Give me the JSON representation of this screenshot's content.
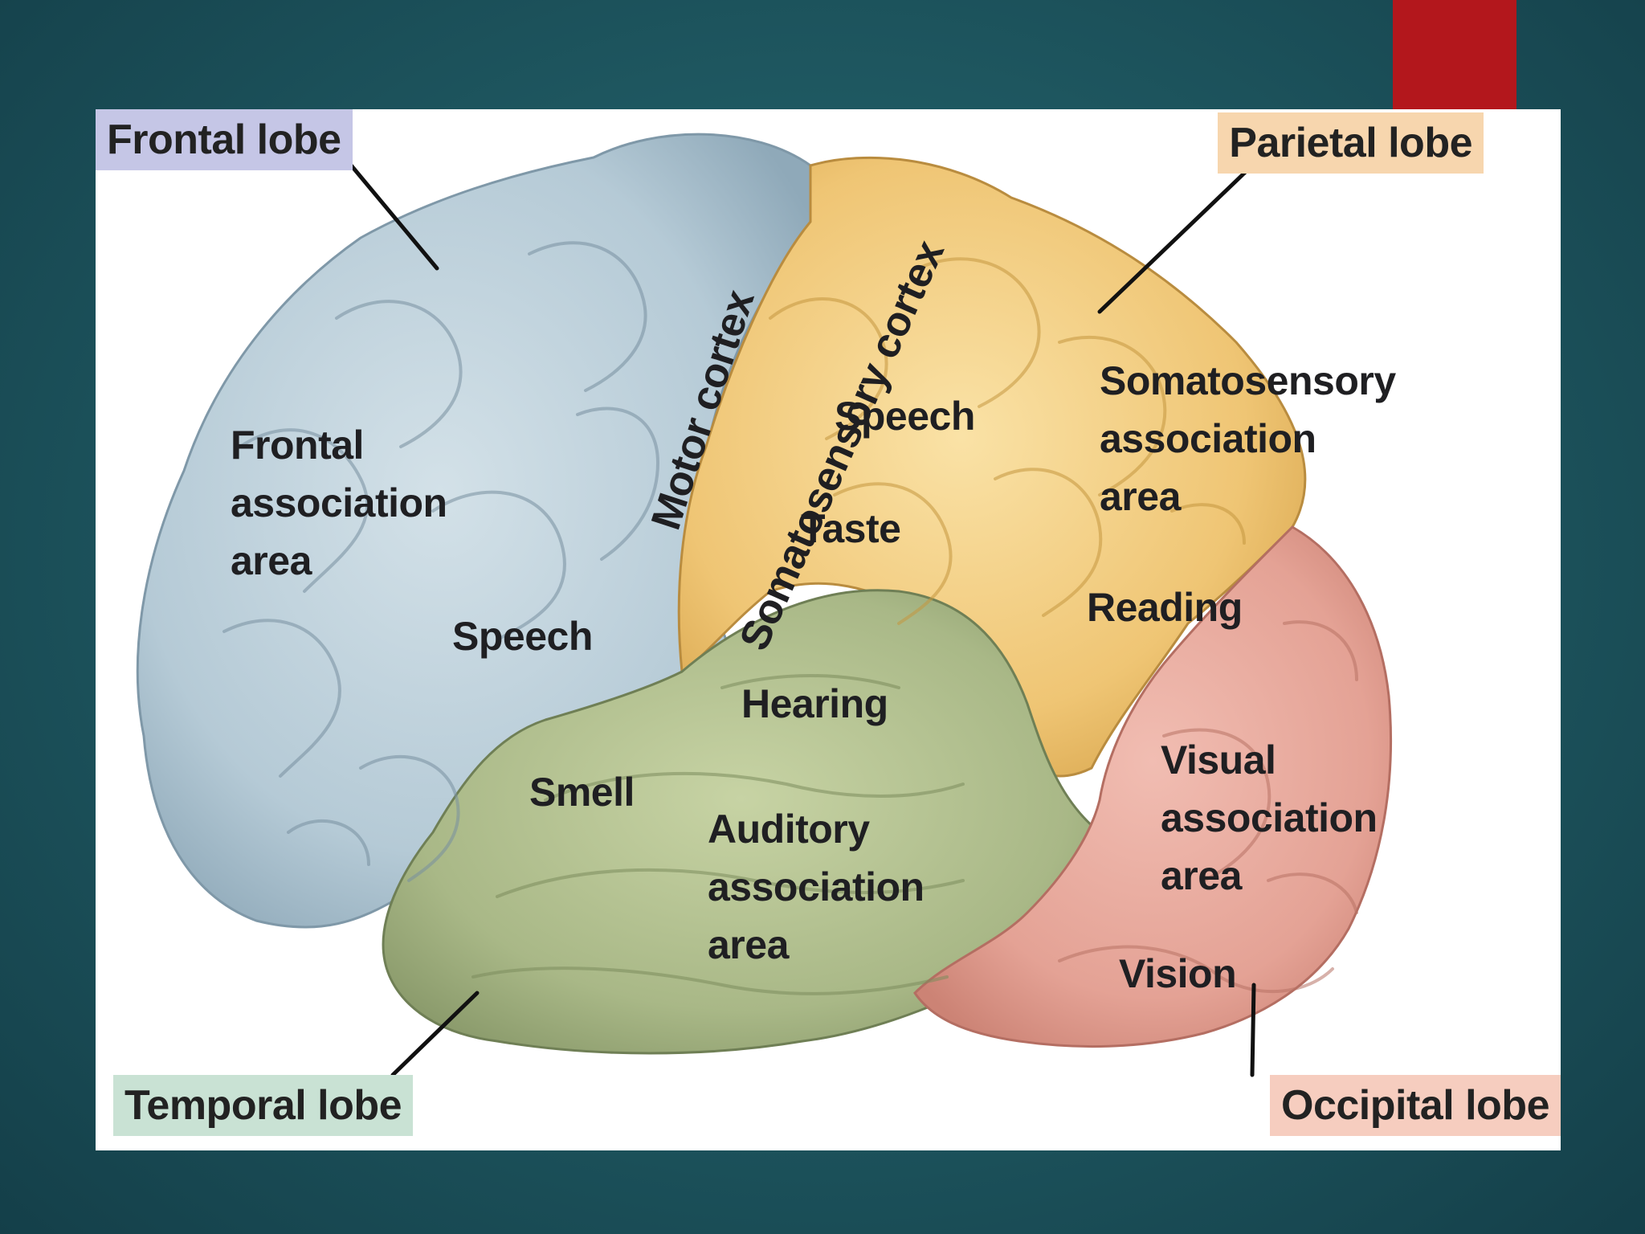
{
  "colors": {
    "background": "#1f5962",
    "accent": "#b3171c",
    "frontal_lobe": "#b9cdd8",
    "parietal_lobe": "#f0c978",
    "temporal_lobe": "#aab989",
    "occipital_lobe": "#e8a59b"
  },
  "lobes": {
    "frontal": "Frontal lobe",
    "parietal": "Parietal lobe",
    "temporal": "Temporal lobe",
    "occipital": "Occipital lobe"
  },
  "areas": {
    "motor_cortex": "Motor cortex",
    "somatosensory_cortex": "Somatosensory cortex",
    "frontal_association": [
      "Frontal",
      "association",
      "area"
    ],
    "speech_frontal": "Speech",
    "speech_parietal": "Speech",
    "taste": "Taste",
    "somatosensory_association": [
      "Somatosensory",
      "association",
      "area"
    ],
    "reading": "Reading",
    "hearing": "Hearing",
    "smell": "Smell",
    "auditory_association": [
      "Auditory",
      "association",
      "area"
    ],
    "visual_association": [
      "Visual",
      "association",
      "area"
    ],
    "vision": "Vision"
  }
}
